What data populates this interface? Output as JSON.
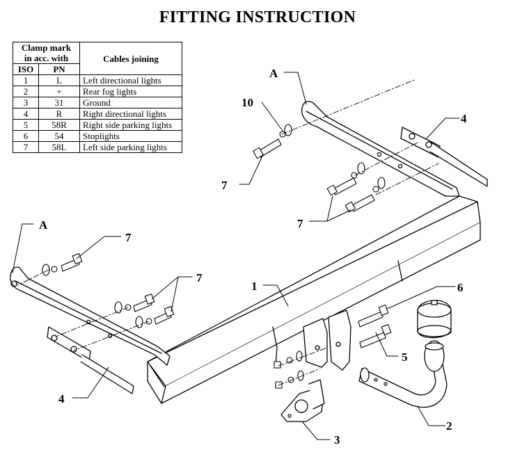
{
  "title": "FITTING INSTRUCTION",
  "table": {
    "header_clamp": "Clamp mark",
    "header_clamp2": "in acc. with",
    "header_cables": "Cables joining",
    "col_iso": "ISO",
    "col_pn": "PN",
    "rows": [
      {
        "iso": "1",
        "pn": "L",
        "desc": "Left directional lights"
      },
      {
        "iso": "2",
        "pn": "+",
        "desc": "Rear fog lights"
      },
      {
        "iso": "3",
        "pn": "31",
        "desc": "Ground"
      },
      {
        "iso": "4",
        "pn": "R",
        "desc": "Right directional lights"
      },
      {
        "iso": "5",
        "pn": "58R",
        "desc": "Right side parking lights"
      },
      {
        "iso": "6",
        "pn": "54",
        "desc": "Stoplights"
      },
      {
        "iso": "7",
        "pn": "58L",
        "desc": "Left side parking lights"
      }
    ]
  },
  "callouts": {
    "a_top": "A",
    "a_left": "A",
    "n10": "10",
    "n4_top": "4",
    "n7_a": "7",
    "n7_b": "7",
    "n7_c": "7",
    "n7_d": "7",
    "n1": "1",
    "n6": "6",
    "n5": "5",
    "n4_bottom": "4",
    "n3": "3",
    "n2": "2"
  }
}
